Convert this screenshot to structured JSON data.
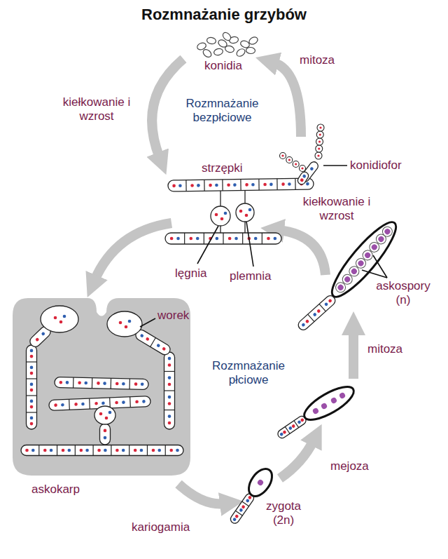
{
  "diagram": {
    "title": "Rozmnażanie grzybów",
    "labels": [
      "konidia",
      "mitoza",
      "kiełkowanie i wzrost",
      "Rozmnażanie bezpłciowe",
      "strzępki",
      "konidiofor",
      "kiełkowanie i wzrost",
      "lęgnia",
      "plemnia",
      "askospory (n)",
      "worek",
      "Rozmnażanie płciowe",
      "mitoza",
      "askokarp",
      "mejoza",
      "kariogamia",
      "zygota (2n)"
    ]
  }
}
